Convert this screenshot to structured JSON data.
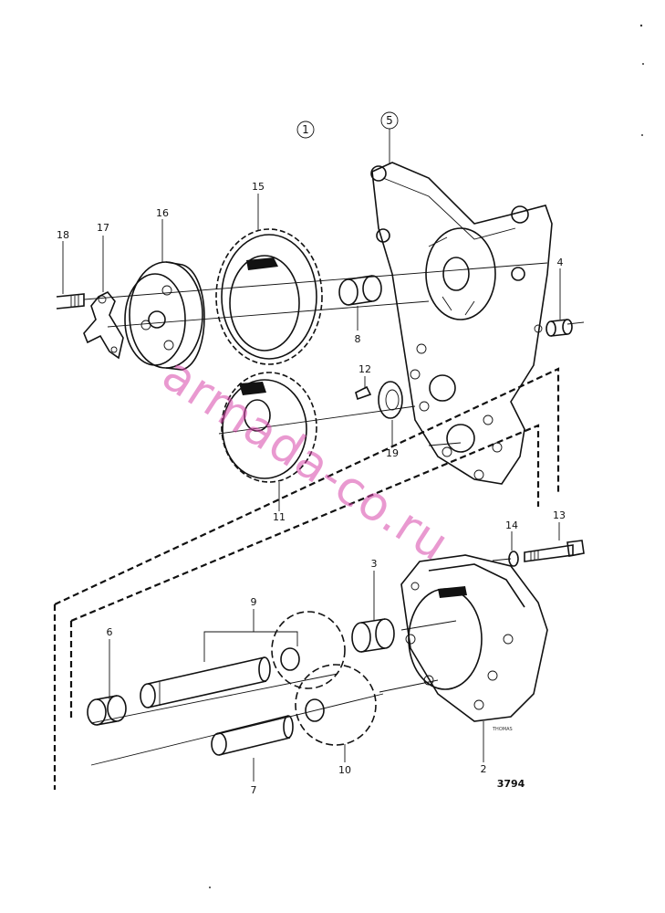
{
  "figure_number": "3794",
  "artist_signature": "THOMAS",
  "watermark": "armada-co.ru",
  "circled_labels": {
    "group": "1",
    "cover_plate": "5"
  },
  "labels": {
    "p2": "2",
    "p3": "3",
    "p4": "4",
    "p6": "6",
    "p7": "7",
    "p8": "8",
    "p9": "9",
    "p10": "10",
    "p11": "11",
    "p12": "12",
    "p13": "13",
    "p14": "14",
    "p15": "15",
    "p16": "16",
    "p17": "17",
    "p18": "18",
    "p19": "19"
  }
}
